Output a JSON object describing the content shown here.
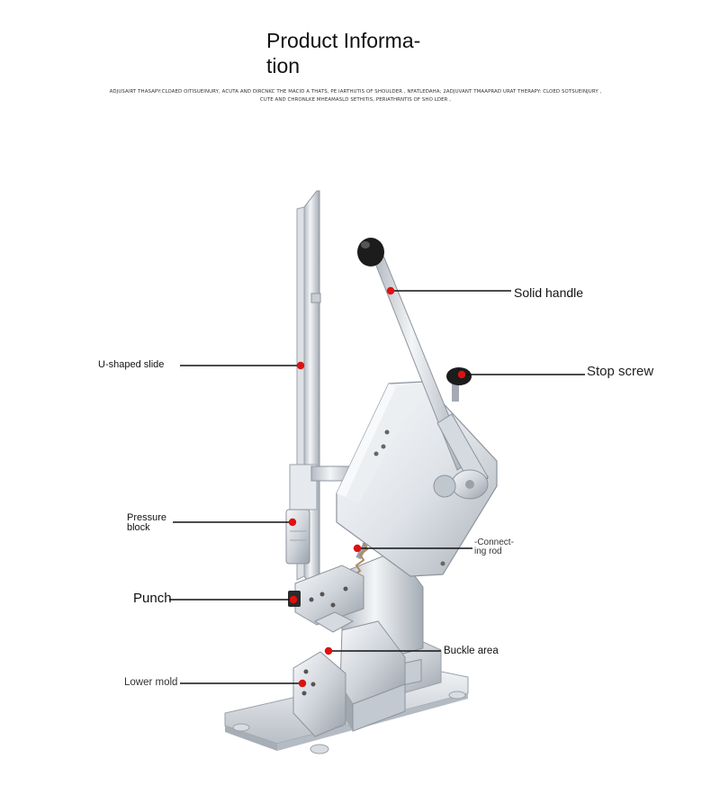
{
  "header": {
    "title_line1": "Product Informa-",
    "title_line2": "tion",
    "subtitle": "ADJUSAIRT THASAPY:CLOAED OITISUEINURY, ACUTA AND DIRCNKC THE MACID A THATS, PE IARTHUTIS OF SHOULDER , NFATLEDAHA; 2ADJUVANT TMAAPRAD URAT THERAPY: CLOED SOTSUEINJURY , CUTE AND CHRONLKE MHEAMASLD SETHITIS, PERIATHRNTIS OF SHO LDER ,"
  },
  "labels": {
    "solid_handle": "Solid handle",
    "stop_screw": "Stop screw",
    "u_shaped_slide": "U-shaped slide",
    "pressure_block": "Pressure block",
    "connecting_rod": "-Connect- ing rod",
    "punch": "Punch",
    "buckle_area": "Buckle area",
    "lower_mold": "Lower mold"
  },
  "colors": {
    "marker": "#e01010",
    "leader_line": "#111111",
    "steel_light": "#eef0f3",
    "steel_mid": "#c9ced5",
    "steel_dark": "#8d949d",
    "knob": "#1a1a1a"
  }
}
